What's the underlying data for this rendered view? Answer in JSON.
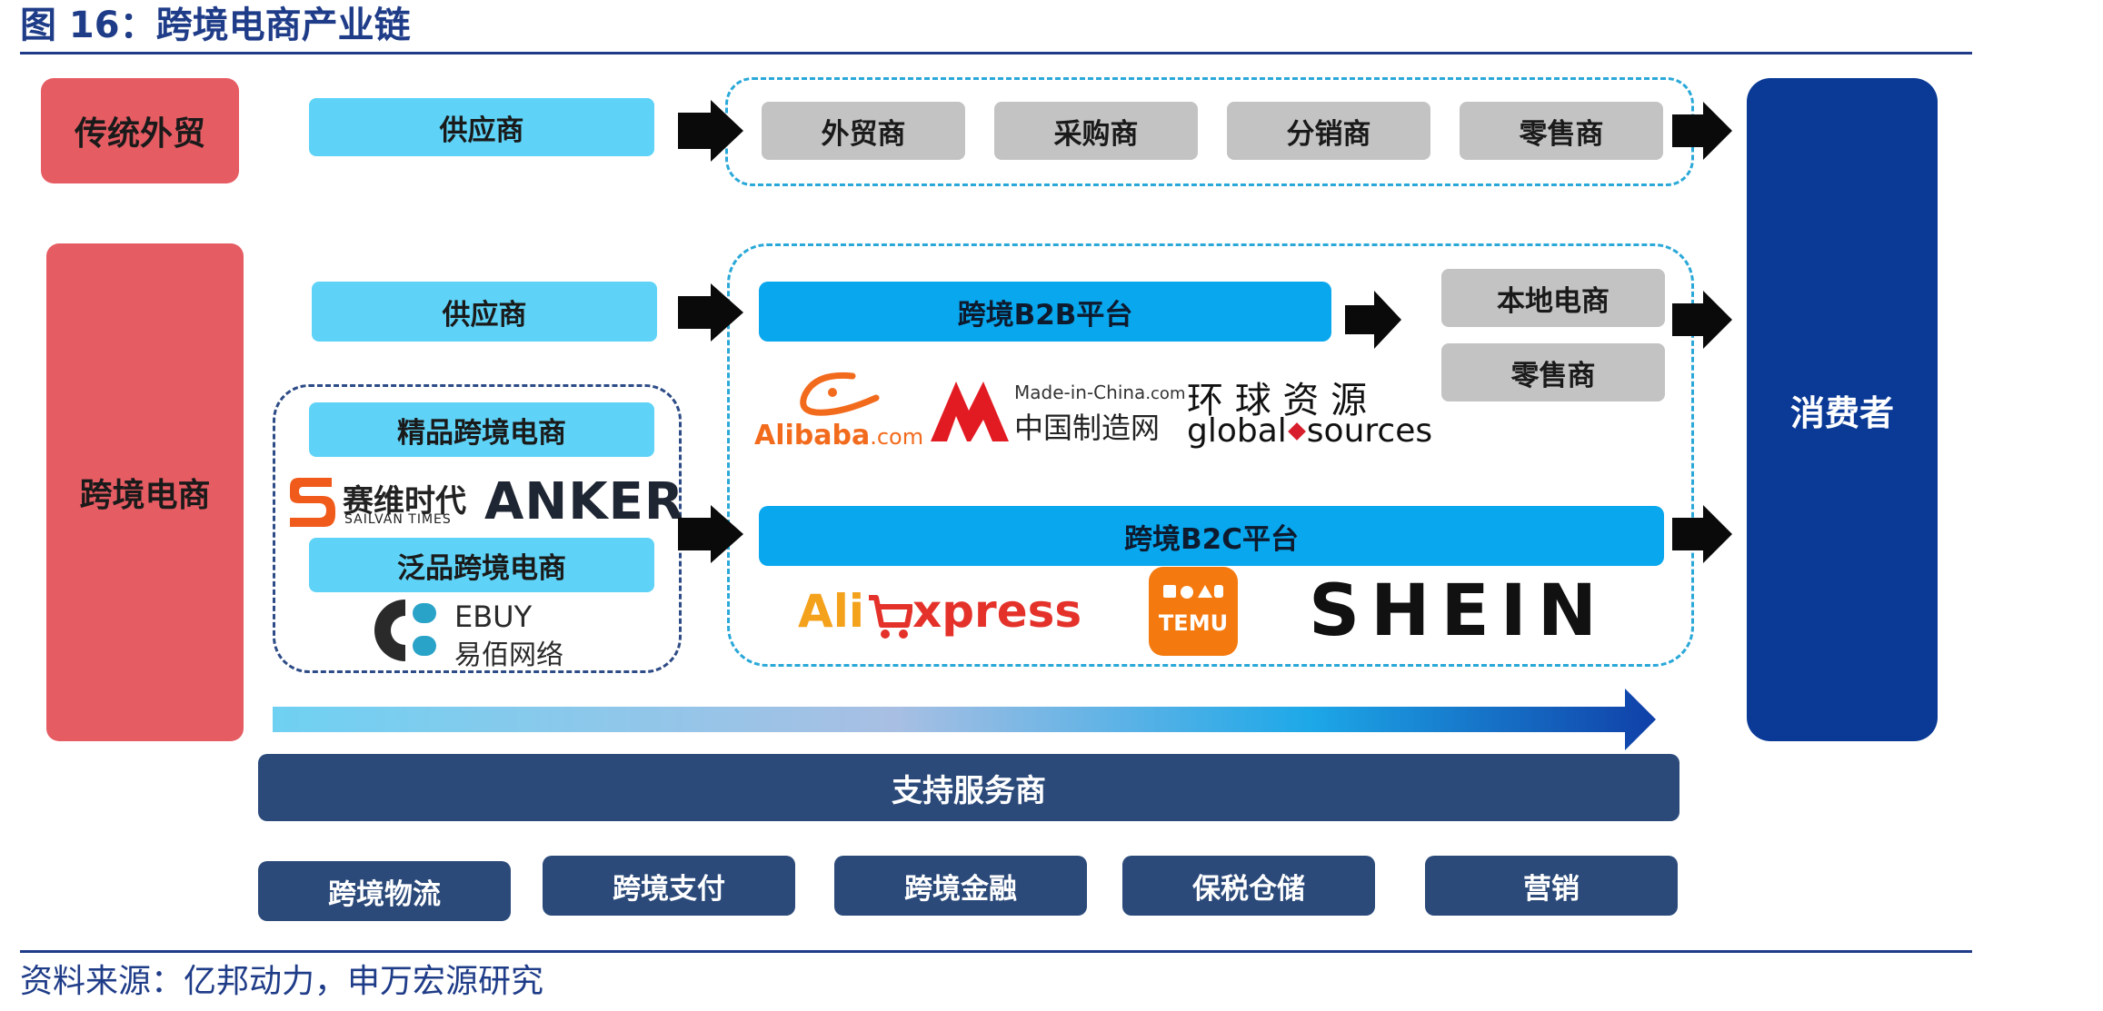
{
  "figure_title": "图 16：跨境电商产业链",
  "source_note": "资料来源：亿邦动力，申万宏源研究",
  "traditional": {
    "label": "传统外贸",
    "supplier": "供应商",
    "chain": [
      "外贸商",
      "采购商",
      "分销商",
      "零售商"
    ]
  },
  "crossborder": {
    "label": "跨境电商",
    "supplier": "供应商",
    "premium_label": "精品跨境电商",
    "general_label": "泛品跨境电商",
    "b2b_label": "跨境B2B平台",
    "b2c_label": "跨境B2C平台",
    "local": [
      "本地电商",
      "零售商"
    ]
  },
  "consumer": "消费者",
  "support": {
    "title": "支持服务商",
    "items": [
      "跨境物流",
      "跨境支付",
      "跨境金融",
      "保税仓储",
      "营销"
    ]
  },
  "logos": {
    "sailvan_cn": "赛维时代",
    "sailvan_en": "SAILVAN TIMES",
    "anker": "ANKER",
    "ebuy_en": "EBUY",
    "ebuy_cn": "易佰网络",
    "alibaba": "Alibaba",
    "alibaba_suffix": ".com",
    "mic_en": "Made-in-China",
    "mic_suffix": ".com",
    "mic_cn": "中国制造网",
    "gs_cn": "环 球 资 源",
    "gs_en_a": "global",
    "gs_en_b": "sources",
    "ali_a": "Ali",
    "ali_b": "xpress",
    "temu": "TEMU",
    "shein": "SHEIN"
  }
}
